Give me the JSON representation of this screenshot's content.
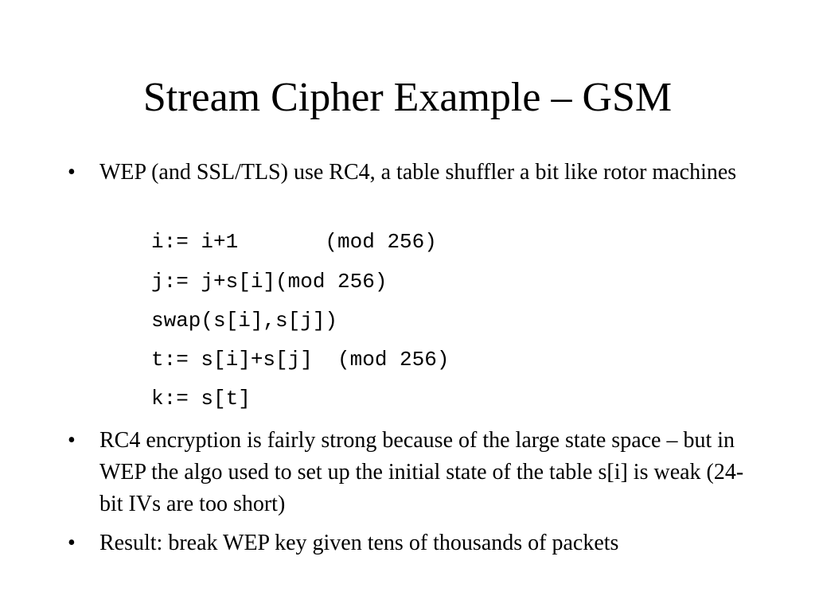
{
  "slide": {
    "title": "Stream Cipher Example – GSM",
    "bullet_symbol": "•",
    "bullets": [
      "WEP (and SSL/TLS) use RC4, a table shuffler a bit like rotor machines",
      "RC4 encryption is fairly strong because of the large state space – but in WEP the algo used to set up the initial state of the table s[i] is weak (24-bit IVs are too short)",
      "Result:  break WEP key given tens of thousands of packets"
    ],
    "code_lines": [
      "i:= i+1       (mod 256)",
      "j:= j+s[i](mod 256)",
      "swap(s[i],s[j])",
      "t:= s[i]+s[j]  (mod 256)",
      "k:= s[t]"
    ]
  }
}
